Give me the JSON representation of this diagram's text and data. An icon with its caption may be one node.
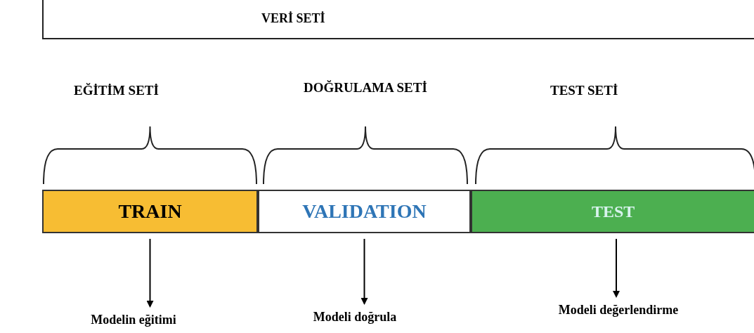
{
  "diagram": {
    "nodes": [
      {
        "text": [
          "VERİ SETİ"
        ]
      },
      {
        "text": [
          "TRAIN"
        ]
      },
      {
        "text": [
          "VALIDATION"
        ]
      },
      {
        "text": [
          "TEST"
        ]
      },
      {
        "text": [
          "Modelin eğitimi"
        ]
      },
      {
        "text": [
          "Modeli doğrula"
        ]
      },
      {
        "text": [
          "Modeli değerlendirme"
        ]
      }
    ],
    "edges": [
      {
        "from": 1,
        "to": 4,
        "arrow": "to"
      },
      {
        "from": 2,
        "to": 5,
        "arrow": "to"
      },
      {
        "from": 3,
        "to": 6,
        "arrow": "to"
      }
    ],
    "labels": [
      "EĞİTİM SETİ",
      "DOĞRULAMA SETİ",
      "TEST SETİ"
    ]
  }
}
